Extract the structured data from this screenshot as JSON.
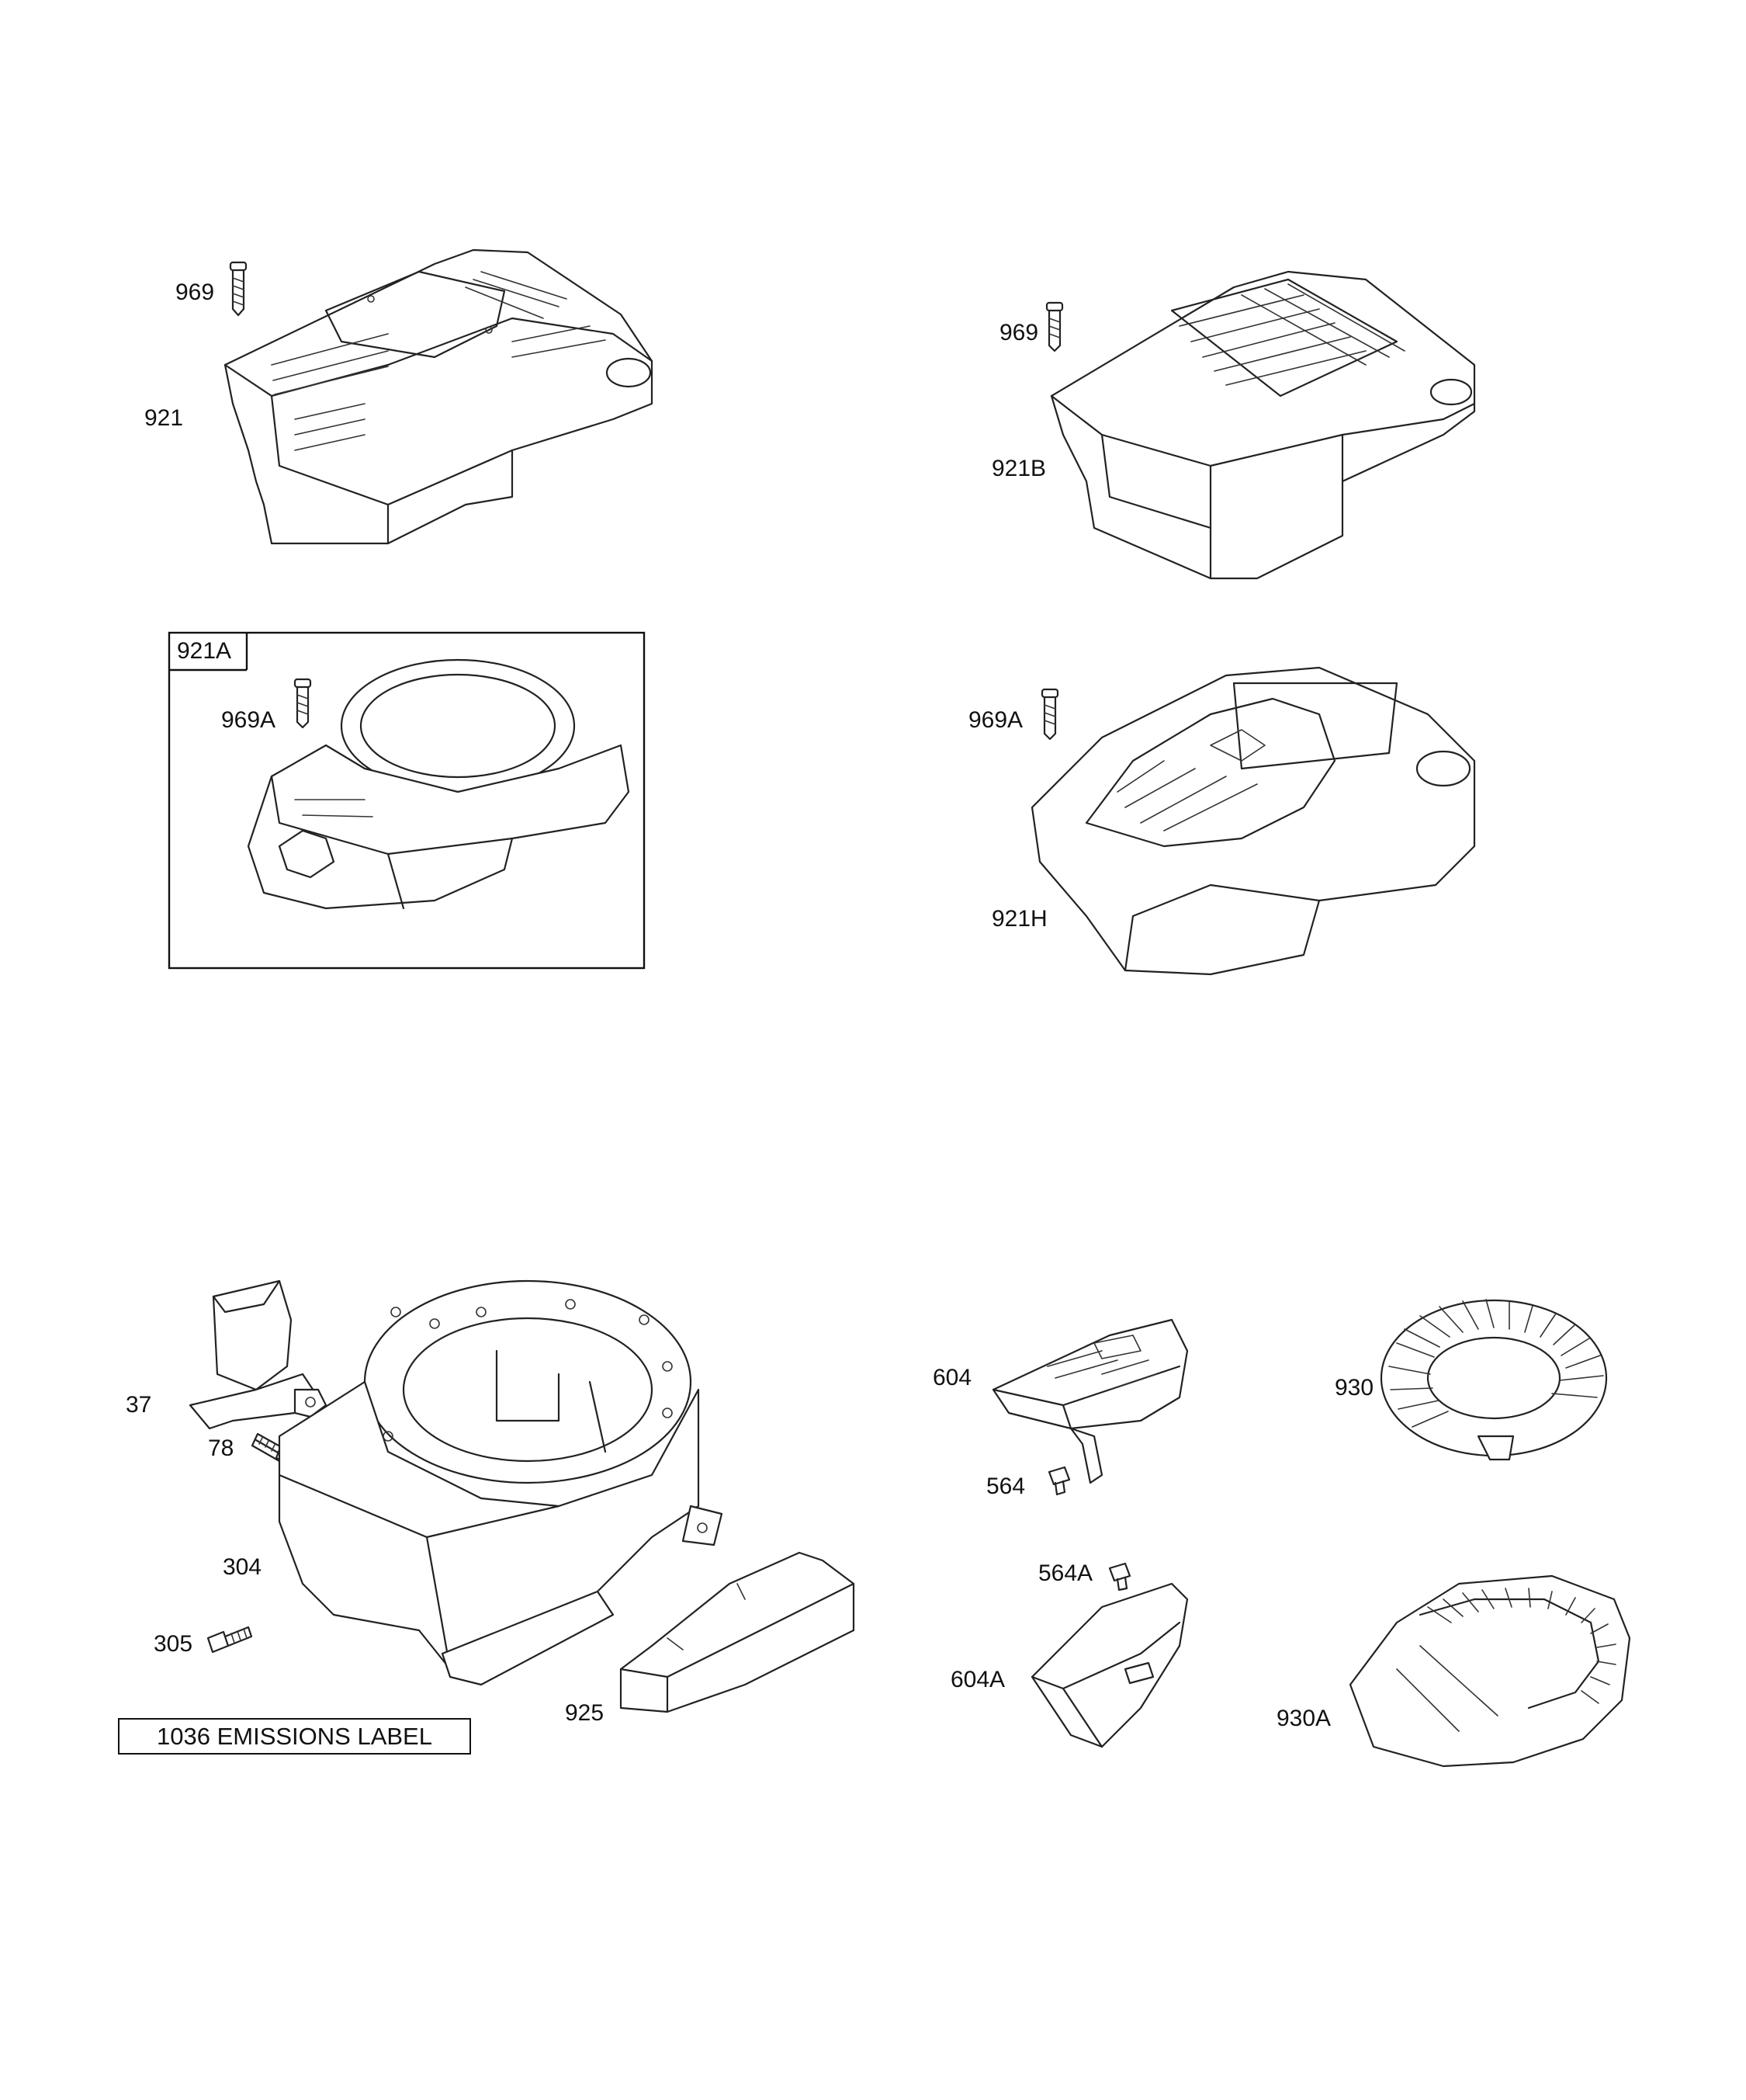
{
  "diagram": {
    "labels": {
      "p969_a": "969",
      "p921": "921",
      "p969_b": "969",
      "p921b": "921B",
      "p921a_box": "921A",
      "p969a_a": "969A",
      "p969a_b": "969A",
      "p921h": "921H",
      "p37": "37",
      "p78": "78",
      "p304": "304",
      "p305": "305",
      "p925": "925",
      "p604": "604",
      "p564": "564",
      "p930": "930",
      "p564a": "564A",
      "p604a": "604A",
      "p930a": "930A",
      "emissions_box": "1036 EMISSIONS LABEL"
    }
  }
}
